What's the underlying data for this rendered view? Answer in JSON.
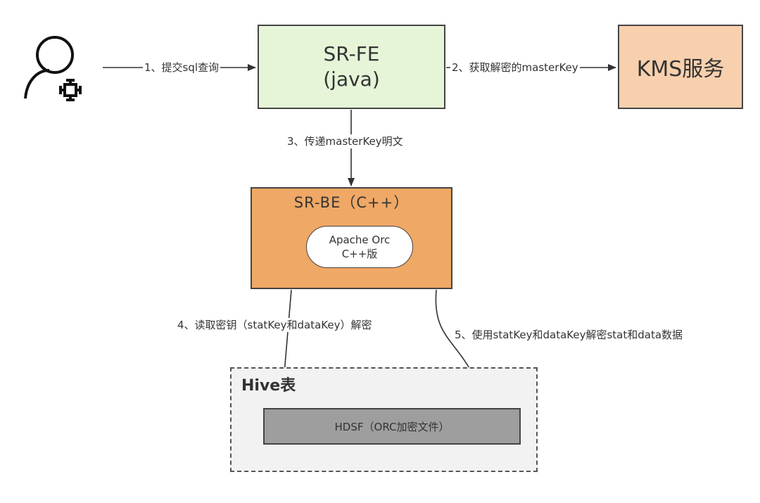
{
  "actor": {
    "icon": "user-gear-icon"
  },
  "nodes": {
    "fe": {
      "line1": "SR-FE",
      "line2": "(java)",
      "color": "#e6f5d8"
    },
    "kms": {
      "label": "KMS服务",
      "color": "#f8d0ae"
    },
    "be": {
      "label": "SR-BE（C++）",
      "color": "#efa865",
      "inner": {
        "line1": "Apache Orc",
        "line2": "C++版"
      }
    },
    "hive": {
      "label": "Hive表",
      "color": "#f2f2f2"
    },
    "hdfs": {
      "label": "HDSF（ORC加密文件）",
      "color": "#9e9e9e"
    }
  },
  "edges": [
    {
      "label": "1、提交sql查询",
      "from": "user",
      "to": "fe"
    },
    {
      "label": "2、获取解密的masterKey",
      "from": "fe",
      "to": "kms"
    },
    {
      "label": "3、传递masterKey明文",
      "from": "fe",
      "to": "be"
    },
    {
      "label": "4、读取密钥（statKey和dataKey）解密",
      "from": "be",
      "to": "hdfs"
    },
    {
      "label": "5、使用statKey和dataKey解密stat和data数据",
      "from": "be",
      "to": "hdfs"
    }
  ]
}
